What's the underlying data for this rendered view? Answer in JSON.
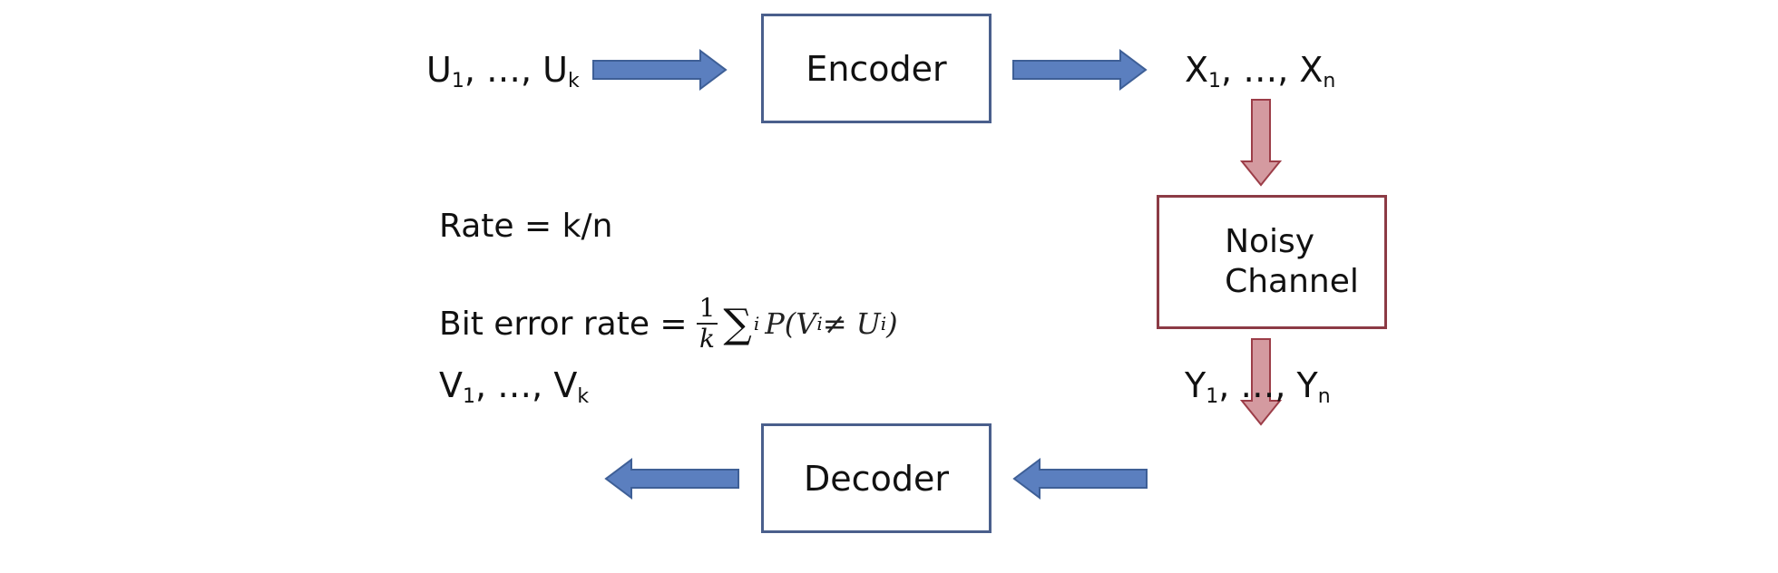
{
  "nodes": {
    "encoder": "Encoder",
    "decoder": "Decoder",
    "channel_line1": "Noisy",
    "channel_line2": "Channel"
  },
  "signals": {
    "u": {
      "base": "U",
      "first_sub": "1",
      "ellipsis": ", …, ",
      "last_sub": "k"
    },
    "x": {
      "base": "X",
      "first_sub": "1",
      "ellipsis": ", …, ",
      "last_sub": "n"
    },
    "y": {
      "base": "Y",
      "first_sub": "1",
      "ellipsis": ", …, ",
      "last_sub": "n"
    },
    "v": {
      "base": "V",
      "first_sub": "1",
      "ellipsis": ", …, ",
      "last_sub": "k"
    }
  },
  "formulas": {
    "rate": "Rate = k/n",
    "ber_label": "Bit error rate = ",
    "ber_frac_num": "1",
    "ber_frac_den": "k",
    "ber_sum": "∑",
    "ber_sum_index": "i",
    "ber_prob": "P(V",
    "ber_neq": " ≠ U",
    "ber_close": ")"
  },
  "colors": {
    "blue_arrow": "#5b7fbf",
    "blue_arrow_stroke": "#3e5f96",
    "red_arrow": "#d49aa0",
    "red_arrow_stroke": "#9c3d48",
    "blue_box": "#4a5f8c",
    "red_box": "#8c3b45"
  }
}
